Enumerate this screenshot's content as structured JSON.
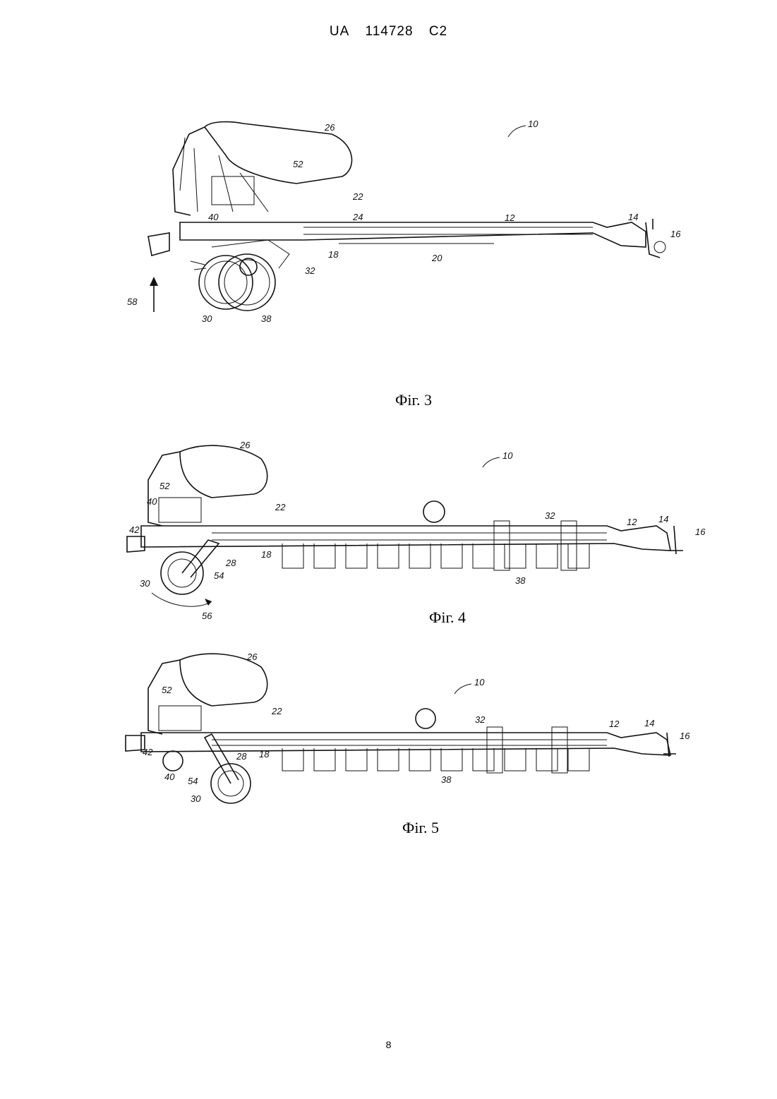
{
  "header": {
    "office": "UA",
    "number": "114728",
    "kind": "C2"
  },
  "figures": [
    {
      "caption": "Фіг. 3",
      "refs": [
        "10",
        "26",
        "52",
        "22",
        "12",
        "14",
        "16",
        "24",
        "40",
        "18",
        "20",
        "32",
        "58",
        "30",
        "38"
      ]
    },
    {
      "caption": "Фіг. 4",
      "refs": [
        "26",
        "10",
        "52",
        "40",
        "22",
        "42",
        "32",
        "12",
        "14",
        "16",
        "18",
        "28",
        "54",
        "30",
        "38",
        "56"
      ]
    },
    {
      "caption": "Фіг. 5",
      "refs": [
        "26",
        "10",
        "52",
        "22",
        "32",
        "12",
        "14",
        "16",
        "42",
        "28",
        "18",
        "40",
        "54",
        "30",
        "38"
      ]
    }
  ],
  "page_number": "8"
}
